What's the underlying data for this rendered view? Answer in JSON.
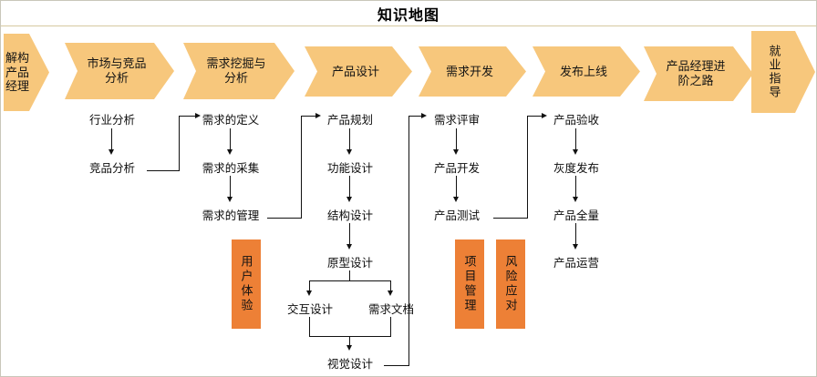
{
  "page": {
    "title": "知识地图",
    "accent_chevron": "#F7C77C",
    "accent_box": "#ED8036",
    "line_color": "#111111",
    "border_color": "#c9c7ba"
  },
  "chart_data": {
    "type": "diagram",
    "title": "知识地图",
    "stages": [
      "解构产品经理",
      "市场与竞品分析",
      "需求挖掘与分析",
      "产品设计",
      "需求开发",
      "发布上线",
      "产品经理进阶之路",
      "就业指导"
    ],
    "columns": [
      {
        "stage": "市场与竞品分析",
        "nodes": [
          "行业分析",
          "竞品分析"
        ]
      },
      {
        "stage": "需求挖掘与分析",
        "nodes": [
          "需求的定义",
          "需求的采集",
          "需求的管理"
        ]
      },
      {
        "stage": "产品设计",
        "nodes": [
          "产品规划",
          "功能设计",
          "结构设计",
          "原型设计",
          "交互设计",
          "需求文档",
          "视觉设计"
        ]
      },
      {
        "stage": "需求开发",
        "nodes": [
          "需求评审",
          "产品开发",
          "产品测试"
        ]
      },
      {
        "stage": "发布上线",
        "nodes": [
          "产品验收",
          "灰度发布",
          "产品全量",
          "产品运营"
        ]
      }
    ],
    "side_boxes": [
      "用户体验",
      "项目管理",
      "风险应对"
    ]
  },
  "banner": {
    "items": [
      {
        "label": "解构\n产品\n经理",
        "vertical": false
      },
      {
        "label": "市场与竞品\n分析",
        "vertical": false
      },
      {
        "label": "需求挖掘与\n分析",
        "vertical": false
      },
      {
        "label": "产品设计",
        "vertical": false
      },
      {
        "label": "需求开发",
        "vertical": false
      },
      {
        "label": "发布上线",
        "vertical": false
      },
      {
        "label": "产品经理进\n阶之路",
        "vertical": false
      },
      {
        "label": "就业指导",
        "vertical": true
      }
    ]
  },
  "flow": {
    "col_market": {
      "n1": "行业分析",
      "n2": "竞品分析"
    },
    "col_demand": {
      "n1": "需求的定义",
      "n2": "需求的采集",
      "n3": "需求的管理"
    },
    "col_design": {
      "n1": "产品规划",
      "n2": "功能设计",
      "n3": "结构设计",
      "n4": "原型设计",
      "n5": "交互设计",
      "n6": "需求文档",
      "n7": "视觉设计"
    },
    "col_dev": {
      "n1": "需求评审",
      "n2": "产品开发",
      "n3": "产品测试"
    },
    "col_release": {
      "n1": "产品验收",
      "n2": "灰度发布",
      "n3": "产品全量",
      "n4": "产品运营"
    }
  },
  "boxes": {
    "ux": "用户体验",
    "pm": "项目管理",
    "risk": "风险应对"
  }
}
